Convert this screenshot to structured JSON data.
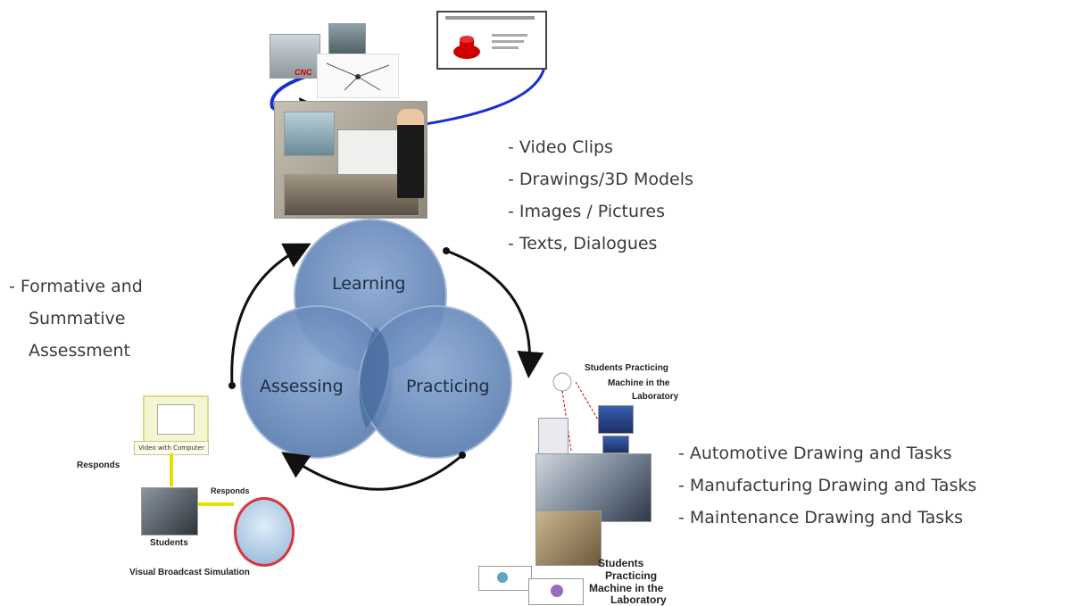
{
  "venn": {
    "learning": "Learning",
    "assessing": "Assessing",
    "practicing": "Practicing"
  },
  "learning_bullets": [
    "- Video Clips",
    "- Drawings/3D Models",
    "- Images / Pictures",
    "- Texts, Dialogues"
  ],
  "assessment_bullets": [
    "- Formative and",
    "Summative",
    "Assessment"
  ],
  "practice_bullets": [
    "- Automotive Drawing and Tasks",
    "- Manufacturing Drawing and Tasks",
    "- Maintenance Drawing and Tasks"
  ],
  "assess_collage": {
    "responds_top": "Responds",
    "responds_side": "Responds",
    "students": "Students",
    "visual_broadcast": "Visual Broadcast Simulation",
    "box_caption": "Video with Computer"
  },
  "practice_collage": {
    "top_caption_1": "Students Practicing",
    "top_caption_2": "Machine in the",
    "top_caption_3": "Laboratory",
    "bottom_caption_1": "Students",
    "bottom_caption_2": "Practicing",
    "bottom_caption_3": "Machine in the",
    "bottom_caption_4": "Laboratory"
  },
  "learning_collage": {
    "cnc_label": "CNC"
  },
  "colors": {
    "circle_fill": "#5b7fb0",
    "circle_fill_light": "#7f9ec9",
    "overlap": "#3d6296",
    "arrow": "#111111",
    "blue_arrow": "#1a2fcf",
    "red": "#cc0000"
  }
}
